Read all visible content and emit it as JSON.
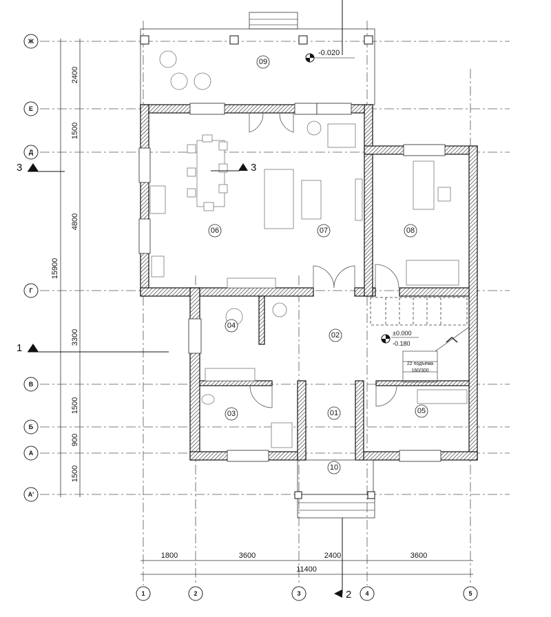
{
  "axes_rows": [
    "Ж",
    "Е",
    "Д",
    "Г",
    "В",
    "Б",
    "А",
    "А'"
  ],
  "axes_cols": [
    "1",
    "2",
    "3",
    "4",
    "5"
  ],
  "dims_vertical": {
    "total": "15900",
    "segments": [
      "2400",
      "1500",
      "4800",
      "3300",
      "1500",
      "900",
      "1500"
    ]
  },
  "dims_horizontal": {
    "total": "11400",
    "segments": [
      "1800",
      "3600",
      "2400",
      "3600"
    ]
  },
  "rooms": [
    "09",
    "06",
    "07",
    "08",
    "04",
    "02",
    "03",
    "01",
    "05",
    "10"
  ],
  "levels": {
    "terrace": "-0.020",
    "main_top": "±0.000",
    "main_bottom": "-0.180"
  },
  "stair": {
    "risers": "22 подъема",
    "size": "160/300"
  },
  "sections": {
    "s1": "1",
    "s2": "2",
    "s3": "3"
  }
}
